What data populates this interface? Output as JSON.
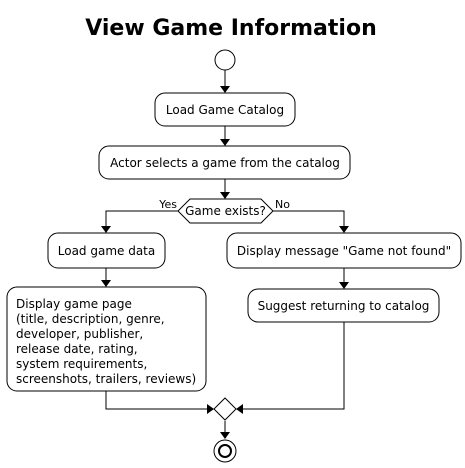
{
  "title": "View Game Information",
  "nodes": {
    "load_catalog": "Load Game Catalog",
    "select_game": "Actor selects a game from the catalog",
    "decision": "Game exists?",
    "load_data": "Load game data",
    "not_found": "Display message \"Game not found\"",
    "suggest": "Suggest returning to catalog",
    "display_page": [
      "Display game page",
      "(title, description, genre,",
      "developer, publisher,",
      "release date, rating,",
      "system requirements,",
      "screenshots, trailers, reviews)"
    ]
  },
  "branches": {
    "yes": "Yes",
    "no": "No"
  }
}
